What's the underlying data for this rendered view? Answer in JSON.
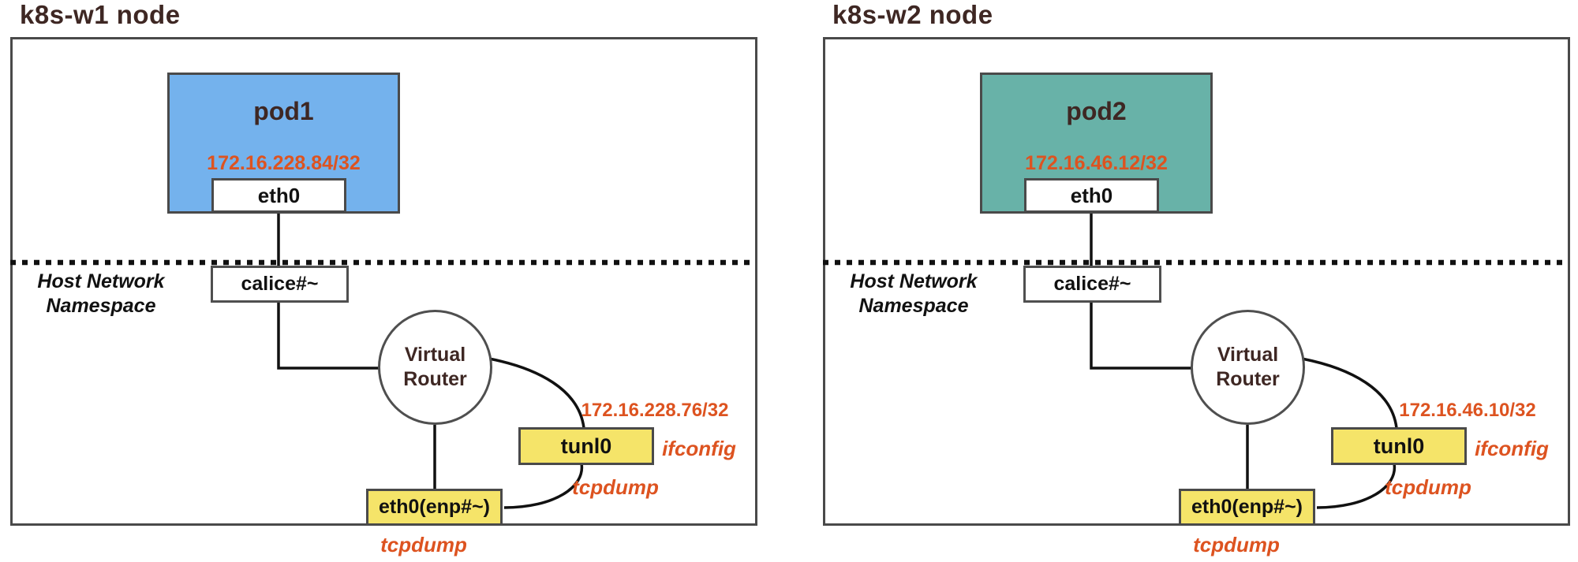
{
  "diagram": {
    "nodes": [
      {
        "title": "k8s-w1 node",
        "pod_name": "pod1",
        "pod_ip": "172.16.228.84/32",
        "pod_iface": "eth0",
        "pod_color": "#74b2ed",
        "host_ns_label": "Host Network Namespace",
        "veth_label": "calice#~",
        "router_label": "Virtual Router",
        "tunnel_label": "tunl0",
        "tunnel_ip": "172.16.228.76/32",
        "ifconfig_label": "ifconfig",
        "tcpdump_tunnel_label": "tcpdump",
        "nic_label": "eth0(enp#~)",
        "tcpdump_nic_label": "tcpdump"
      },
      {
        "title": "k8s-w2 node",
        "pod_name": "pod2",
        "pod_ip": "172.16.46.12/32",
        "pod_iface": "eth0",
        "pod_color": "#68b2a8",
        "host_ns_label": "Host Network Namespace",
        "veth_label": "calice#~",
        "router_label": "Virtual Router",
        "tunnel_label": "tunl0",
        "tunnel_ip": "172.16.46.10/32",
        "ifconfig_label": "ifconfig",
        "tcpdump_tunnel_label": "tcpdump",
        "nic_label": "eth0(enp#~)",
        "tcpdump_nic_label": "tcpdump"
      }
    ],
    "colors": {
      "accent_orange": "#DD5320",
      "pod1_blue": "#74b2ed",
      "pod2_teal": "#68b2a8",
      "interface_yellow": "#F5E469",
      "title_brown": "#3E2723",
      "wire_black": "#111111",
      "border_gray": "#4a4a4a"
    }
  }
}
